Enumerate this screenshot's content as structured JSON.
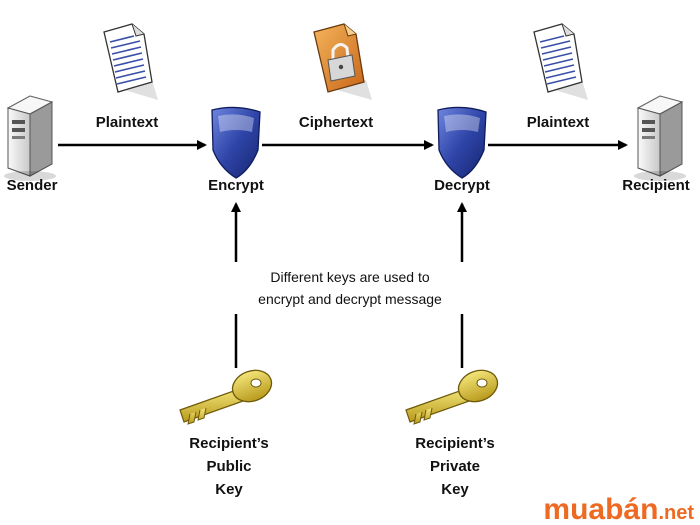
{
  "nodes": {
    "sender": "Sender",
    "encrypt": "Encrypt",
    "decrypt": "Decrypt",
    "recipient": "Recipient"
  },
  "edges": {
    "plaintext_in": "Plaintext",
    "ciphertext": "Ciphertext",
    "plaintext_out": "Plaintext"
  },
  "note": {
    "line1": "Different keys are used to",
    "line2": "encrypt and decrypt message"
  },
  "keys": {
    "public": [
      "Recipient’s",
      "Public",
      "Key"
    ],
    "private": [
      "Recipient’s",
      "Private",
      "Key"
    ]
  },
  "watermark": {
    "main": "muabán",
    "suffix": ".net"
  },
  "colors": {
    "arrow": "#000000",
    "shield": "#2f45a8",
    "key": "#d9c23a",
    "lock": "#e08a2a",
    "watermark": "#ee6a22"
  }
}
